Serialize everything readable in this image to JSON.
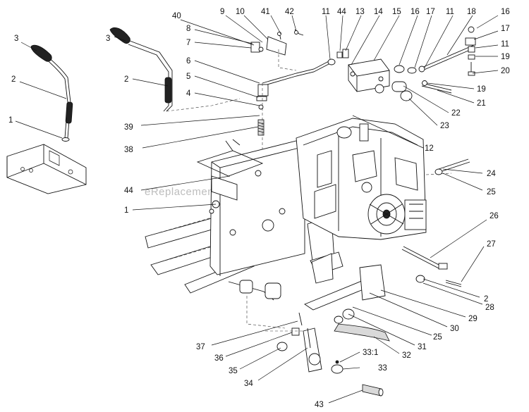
{
  "watermark": "eReplacementParts.com",
  "callouts": [
    {
      "id": "c3a",
      "label": "3"
    },
    {
      "id": "c2a",
      "label": "2"
    },
    {
      "id": "c1a",
      "label": "1"
    },
    {
      "id": "c3b",
      "label": "3"
    },
    {
      "id": "c2b",
      "label": "2"
    },
    {
      "id": "c40",
      "label": "40"
    },
    {
      "id": "c8",
      "label": "8"
    },
    {
      "id": "c7",
      "label": "7"
    },
    {
      "id": "c9",
      "label": "9"
    },
    {
      "id": "c10",
      "label": "10"
    },
    {
      "id": "c41",
      "label": "41"
    },
    {
      "id": "c42",
      "label": "42"
    },
    {
      "id": "c6",
      "label": "6"
    },
    {
      "id": "c5",
      "label": "5"
    },
    {
      "id": "c4",
      "label": "4"
    },
    {
      "id": "c39",
      "label": "39"
    },
    {
      "id": "c38",
      "label": "38"
    },
    {
      "id": "c11a",
      "label": "11"
    },
    {
      "id": "c44a",
      "label": "44"
    },
    {
      "id": "c13",
      "label": "13"
    },
    {
      "id": "c14",
      "label": "14"
    },
    {
      "id": "c15",
      "label": "15"
    },
    {
      "id": "c16a",
      "label": "16"
    },
    {
      "id": "c17a",
      "label": "17"
    },
    {
      "id": "c11b",
      "label": "11"
    },
    {
      "id": "c18",
      "label": "18"
    },
    {
      "id": "c16b",
      "label": "16"
    },
    {
      "id": "c17b",
      "label": "17"
    },
    {
      "id": "c11c",
      "label": "11"
    },
    {
      "id": "c19a",
      "label": "19"
    },
    {
      "id": "c20",
      "label": "20"
    },
    {
      "id": "c19b",
      "label": "19"
    },
    {
      "id": "c21",
      "label": "21"
    },
    {
      "id": "c22",
      "label": "22"
    },
    {
      "id": "c23",
      "label": "23"
    },
    {
      "id": "c12",
      "label": "12"
    },
    {
      "id": "c44b",
      "label": "44"
    },
    {
      "id": "c1b",
      "label": "1"
    },
    {
      "id": "c24",
      "label": "24"
    },
    {
      "id": "c25a",
      "label": "25"
    },
    {
      "id": "c26",
      "label": "26"
    },
    {
      "id": "c27",
      "label": "27"
    },
    {
      "id": "c2c",
      "label": "2"
    },
    {
      "id": "c28",
      "label": "28"
    },
    {
      "id": "c29",
      "label": "29"
    },
    {
      "id": "c30",
      "label": "30"
    },
    {
      "id": "c25b",
      "label": "25"
    },
    {
      "id": "c31",
      "label": "31"
    },
    {
      "id": "c32",
      "label": "32"
    },
    {
      "id": "c33a",
      "label": "33:1"
    },
    {
      "id": "c33b",
      "label": "33"
    },
    {
      "id": "c37",
      "label": "37"
    },
    {
      "id": "c36",
      "label": "36"
    },
    {
      "id": "c35",
      "label": "35"
    },
    {
      "id": "c34",
      "label": "34"
    },
    {
      "id": "c43",
      "label": "43"
    }
  ]
}
